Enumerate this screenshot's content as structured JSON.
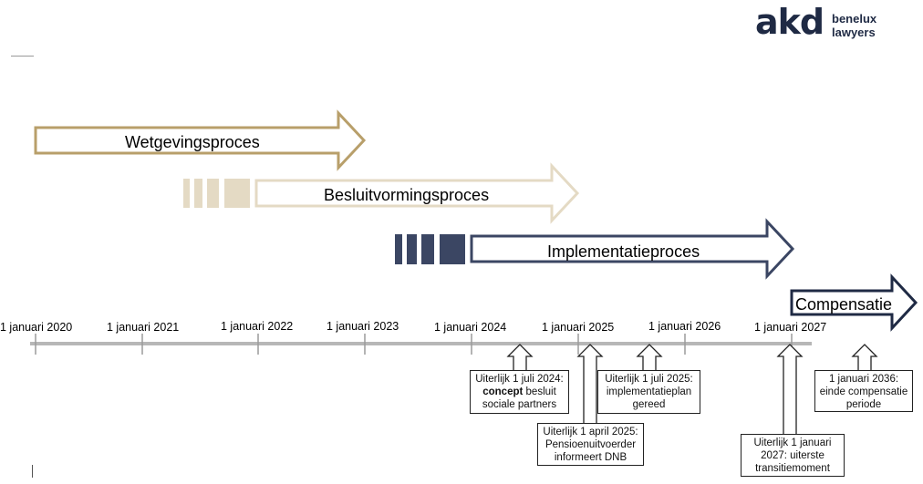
{
  "logo": {
    "mark": "akd",
    "line1": "benelux",
    "line2": "lawyers"
  },
  "colors": {
    "gold": "#b89f6a",
    "beige": "#e4dac4",
    "navy": "#3b4663",
    "darknavy": "#1f2a44",
    "axis": "#b7b7b7"
  },
  "processes": {
    "wetgeving": "Wetgevingsproces",
    "besluitvorming": "Besluitvormingsproces",
    "implementatie": "Implementatieproces",
    "compensatie": "Compensatie"
  },
  "timeline": {
    "years": [
      "1 januari 2020",
      "1 januari 2021",
      "1 januari 2022",
      "1 januari 2023",
      "1 januari 2024",
      "1 januari 2025",
      "1 januari 2026",
      "1 januari 2027"
    ]
  },
  "milestones": {
    "m1": {
      "line1": "Uiterlijk 1 juli 2024:",
      "line2_bold": "concept",
      "line2_rest": " besluit",
      "line3": "sociale partners"
    },
    "m2": {
      "line1": "Uiterlijk 1 april 2025:",
      "line2": "Pensioenuitvoerder",
      "line3": "informeert DNB"
    },
    "m3": {
      "line1": "Uiterlijk 1 juli 2025:",
      "line2": "implementatieplan",
      "line3": "gereed"
    },
    "m4": {
      "line1": "Uiterlijk 1 januari",
      "line2": "2027: uiterste",
      "line3": "transitiemoment"
    },
    "m5": {
      "line1": "1 januari 2036:",
      "line2": "einde compensatie",
      "line3": "periode"
    }
  }
}
